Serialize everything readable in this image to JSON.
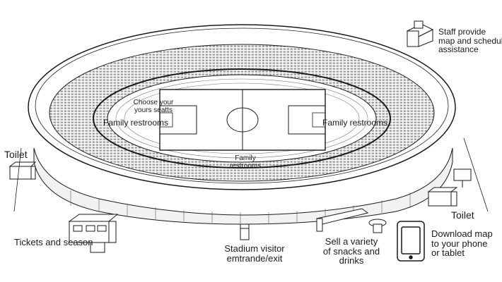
{
  "labels": {
    "staff": [
      "Staff provide",
      "map and schedule",
      "assistance"
    ],
    "choose_seats": [
      "Choose your",
      "yours seatts"
    ],
    "family_left": "Family restrooms",
    "family_right": "Family restrooms",
    "family_center": [
      "Family",
      "restrooms"
    ],
    "toilet_left": "Toilet",
    "toilet_right": "Toilet",
    "tickets": "Tickets and season",
    "entrance": [
      "Stadium visitor",
      "emtrande/exit"
    ],
    "snacks": [
      "Sell a variety",
      "of snacks and",
      "drinks"
    ],
    "download": [
      "Download map",
      "to your phone",
      "or tablet"
    ]
  },
  "colors": {
    "ink": "#1a1a1a",
    "pitch": "#ffffff",
    "stand": "#f4f4f4"
  }
}
